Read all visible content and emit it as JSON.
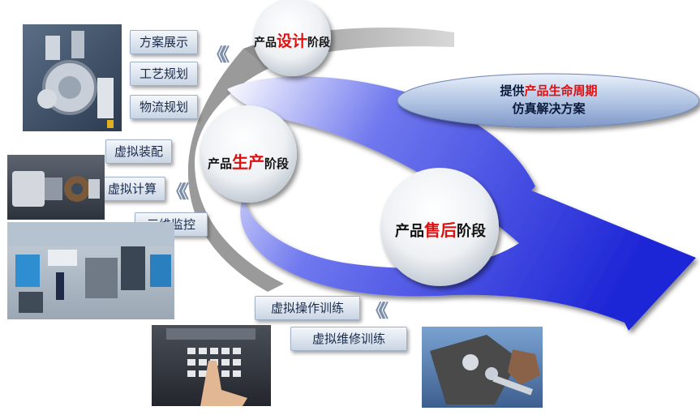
{
  "stages": [
    {
      "prefix": "产品",
      "highlight": "设计",
      "suffix": "阶段"
    },
    {
      "prefix": "产品",
      "highlight": "生产",
      "suffix": "阶段"
    },
    {
      "prefix": "产品",
      "highlight": "售后",
      "suffix": "阶段"
    }
  ],
  "design_items": [
    "方案展示",
    "工艺规划",
    "物流规划"
  ],
  "production_items": [
    "虚拟装配",
    "虚拟计算",
    "三维监控"
  ],
  "aftersales_items": [
    "虚拟操作训练",
    "虚拟维修训练"
  ],
  "lifecycle": {
    "line1_prefix": "提供",
    "line1_highlight": "产品生命周期",
    "line2": "仿真解决方案"
  },
  "chevron_glyph": "《",
  "icons": [
    "engine-photo",
    "assembly-photo",
    "factory-photo",
    "keypad-photo",
    "repair-photo"
  ],
  "colors": {
    "highlight": "#e01010",
    "arrow_blue": "#2a34e0",
    "button_text": "#1a2a4a"
  }
}
